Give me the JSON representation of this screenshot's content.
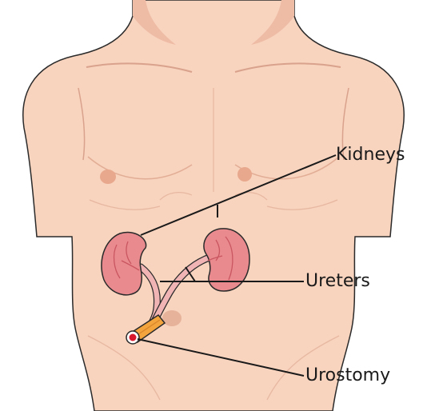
{
  "labels": {
    "kidneys": "Kidneys",
    "ureters": "Ureters",
    "urostomy": "Urostomy"
  },
  "colors": {
    "skin": "#f8d3be",
    "skin_shadow": "#e8b39c",
    "outline": "#2a2a2a",
    "kidney": "#e98a8f",
    "kidney_dark": "#c95660",
    "ureter": "#f1b4b5",
    "stoma_tube": "#f3a43d",
    "stoma": "#d8192d"
  }
}
